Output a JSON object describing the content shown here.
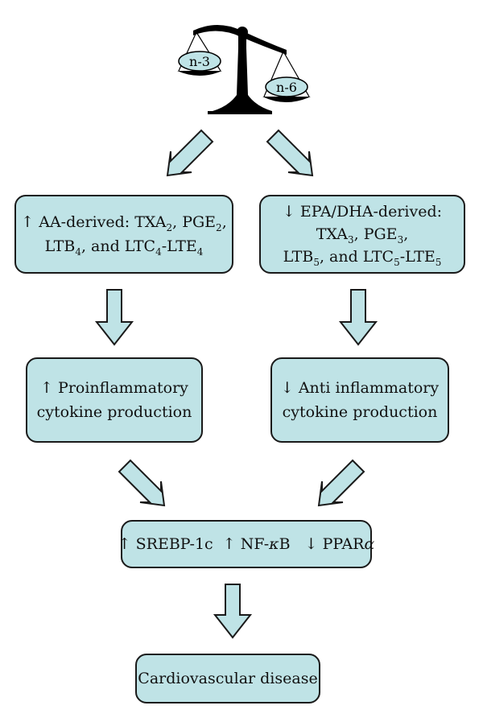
{
  "scale": {
    "left_pan_label": "n-3",
    "right_pan_label": "n-6"
  },
  "left_path": {
    "step1": {
      "arrow": "↑",
      "line1_a": "AA-derived: TXA",
      "line1_sub1": "2",
      "line1_b": ", PGE",
      "line1_sub2": "2",
      "line1_c": ",",
      "line2_a": "LTB",
      "line2_sub1": "4",
      "line2_b": ", and LTC",
      "line2_sub2": "4",
      "line2_c": "-LTE",
      "line2_sub3": "4"
    },
    "step2": {
      "line1": "↑ Proinflammatory",
      "line2": "cytokine production"
    }
  },
  "right_path": {
    "step1": {
      "line1": "↓ EPA/DHA-derived:",
      "line2_a": "TXA",
      "line2_sub1": "3",
      "line2_b": ", PGE",
      "line2_sub2": "3",
      "line2_c": ",",
      "line3_a": "LTB",
      "line3_sub1": "5",
      "line3_b": ", and LTC",
      "line3_sub2": "5",
      "line3_c": "-LTE",
      "line3_sub3": "5"
    },
    "step2": {
      "line1": "↓ Anti inflammatory",
      "line2": "cytokine production"
    }
  },
  "merge": {
    "part1": "↑ SREBP-1c  ↑ NF-",
    "kappa": "κ",
    "part2": "B   ↓ PPAR",
    "alpha": "α"
  },
  "outcome": {
    "label": "Cardiovascular disease"
  },
  "colors": {
    "box_fill": "#bfe3e6",
    "arrow_fill": "#bfe3e6",
    "stroke": "#1a1a1a"
  }
}
